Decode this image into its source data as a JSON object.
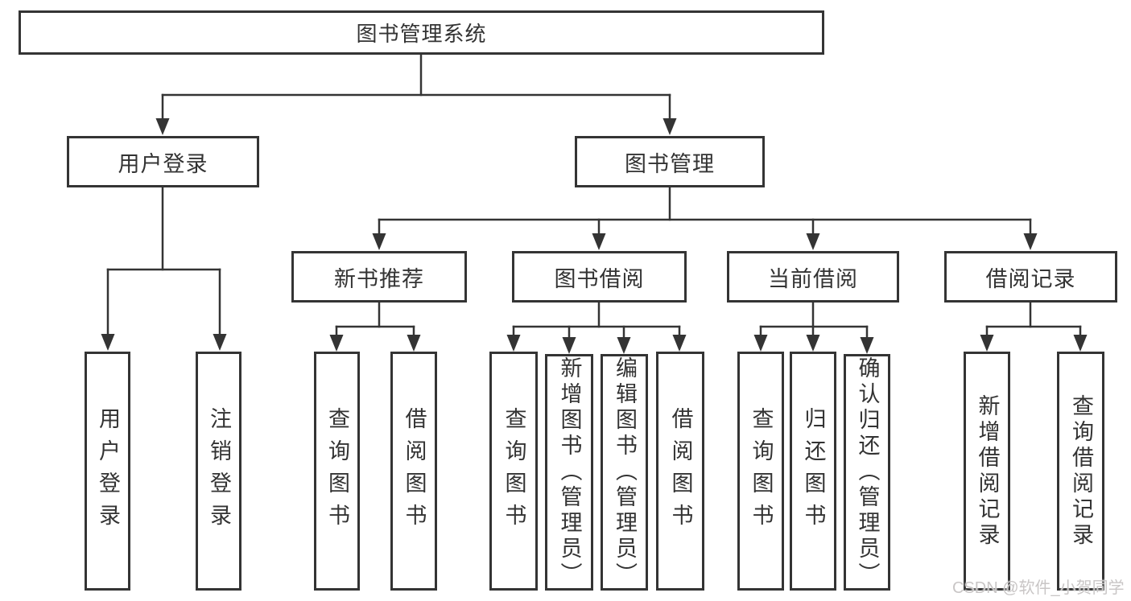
{
  "colors": {
    "line": "#343434",
    "text": "#333333",
    "background": "#ffffff",
    "watermark_text": "#c9c6c6"
  },
  "watermark": "CSDN @软件_小贺同学",
  "diagram": {
    "root": "图书管理系统",
    "user_login": {
      "label": "用户登录",
      "children": [
        "用户登录",
        "注销登录"
      ]
    },
    "book_mgmt": {
      "label": "图书管理",
      "sections": [
        {
          "label": "新书推荐",
          "children": [
            "查询图书",
            "借阅图书"
          ]
        },
        {
          "label": "图书借阅",
          "children": [
            "查询图书",
            "新增图书（管理员）",
            "编辑图书（管理员）",
            "借阅图书"
          ]
        },
        {
          "label": "当前借阅",
          "children": [
            "查询图书",
            "归还图书",
            "确认归还（管理员）"
          ]
        },
        {
          "label": "借阅记录",
          "children": [
            "新增借阅记录",
            "查询借阅记录"
          ]
        }
      ]
    }
  }
}
